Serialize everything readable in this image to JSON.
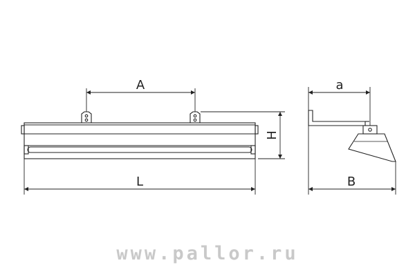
{
  "dimensions": {
    "a_upper": "A",
    "h": "H",
    "l": "L",
    "a_lower": "a",
    "b": "B"
  },
  "watermark": "www.pallor.ru",
  "colors": {
    "line": "#222222",
    "watermark": "#c9c9c9",
    "background": "#ffffff"
  }
}
